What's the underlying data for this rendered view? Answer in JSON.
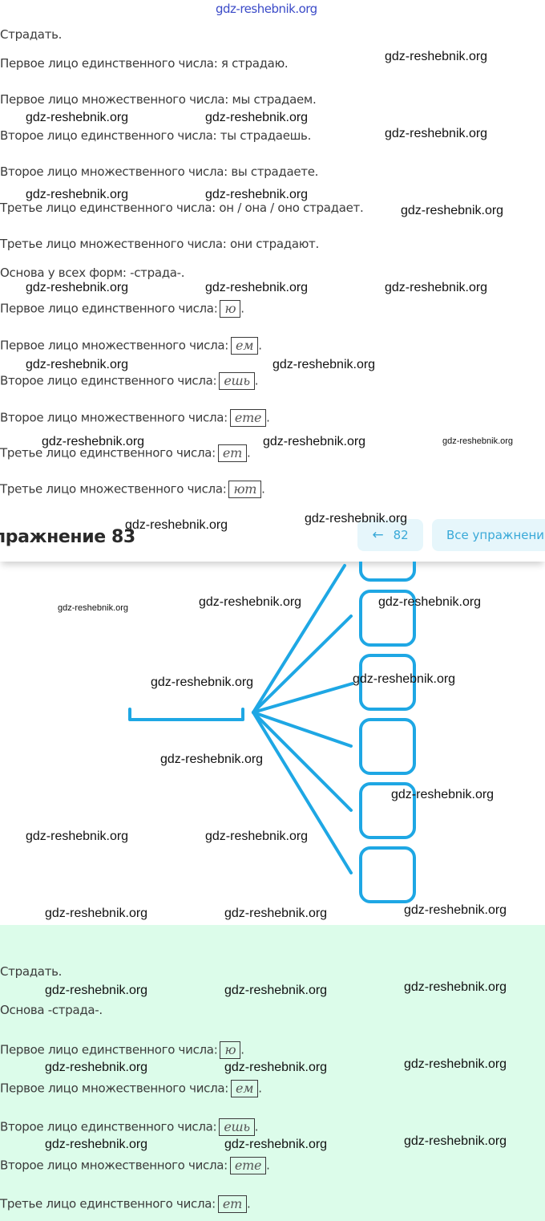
{
  "watermark": "gdz-reshebnik.org",
  "top_section": {
    "lines": [
      "Страдать.",
      "Первое лицо единственного числа: я страдаю.",
      "Первое лицо множественного числа: мы страдаем.",
      "Второе лицо единственного числа: ты страдаешь.",
      "Второе лицо множественного числа: вы страдаете.",
      "Третье лицо единственного числа: он / она / оно страдает.",
      "Третье лицо множественного числа: они страдают.",
      "Основа у всех форм: -страда-."
    ],
    "endings": [
      {
        "label": "Первое лицо единственного числа:",
        "ending": "ю"
      },
      {
        "label": "Первое лицо множественного числа:",
        "ending": "ем"
      },
      {
        "label": "Второе лицо единственного числа:",
        "ending": "ешь"
      },
      {
        "label": "Второе лицо множественного числа:",
        "ending": "ете"
      },
      {
        "label": "Третье лицо единственного числа:",
        "ending": "ет"
      },
      {
        "label": "Третье лицо множественного числа:",
        "ending": "ют"
      }
    ]
  },
  "header": {
    "exercise_title": "пражнение 83",
    "prev_label": "82",
    "prev_icon": "arrow-left-icon",
    "all_label": "Все упражнени"
  },
  "diagram": {
    "description": "stem bracket with lines to six ending boxes",
    "box_count": 6,
    "color": "#1ea7e4"
  },
  "answer_section": {
    "background": "#dcfcea",
    "lines": [
      "Страдать.",
      "Основа -страда-."
    ],
    "endings": [
      {
        "label": "Первое лицо единственного числа:",
        "ending": "ю"
      },
      {
        "label": "Первое лицо множественного числа:",
        "ending": "ем"
      },
      {
        "label": "Второе лицо единственного числа:",
        "ending": "ешь"
      },
      {
        "label": "Второе лицо множественного числа:",
        "ending": "ете"
      },
      {
        "label": "Третье лицо единственного числа:",
        "ending": "ет"
      }
    ]
  }
}
